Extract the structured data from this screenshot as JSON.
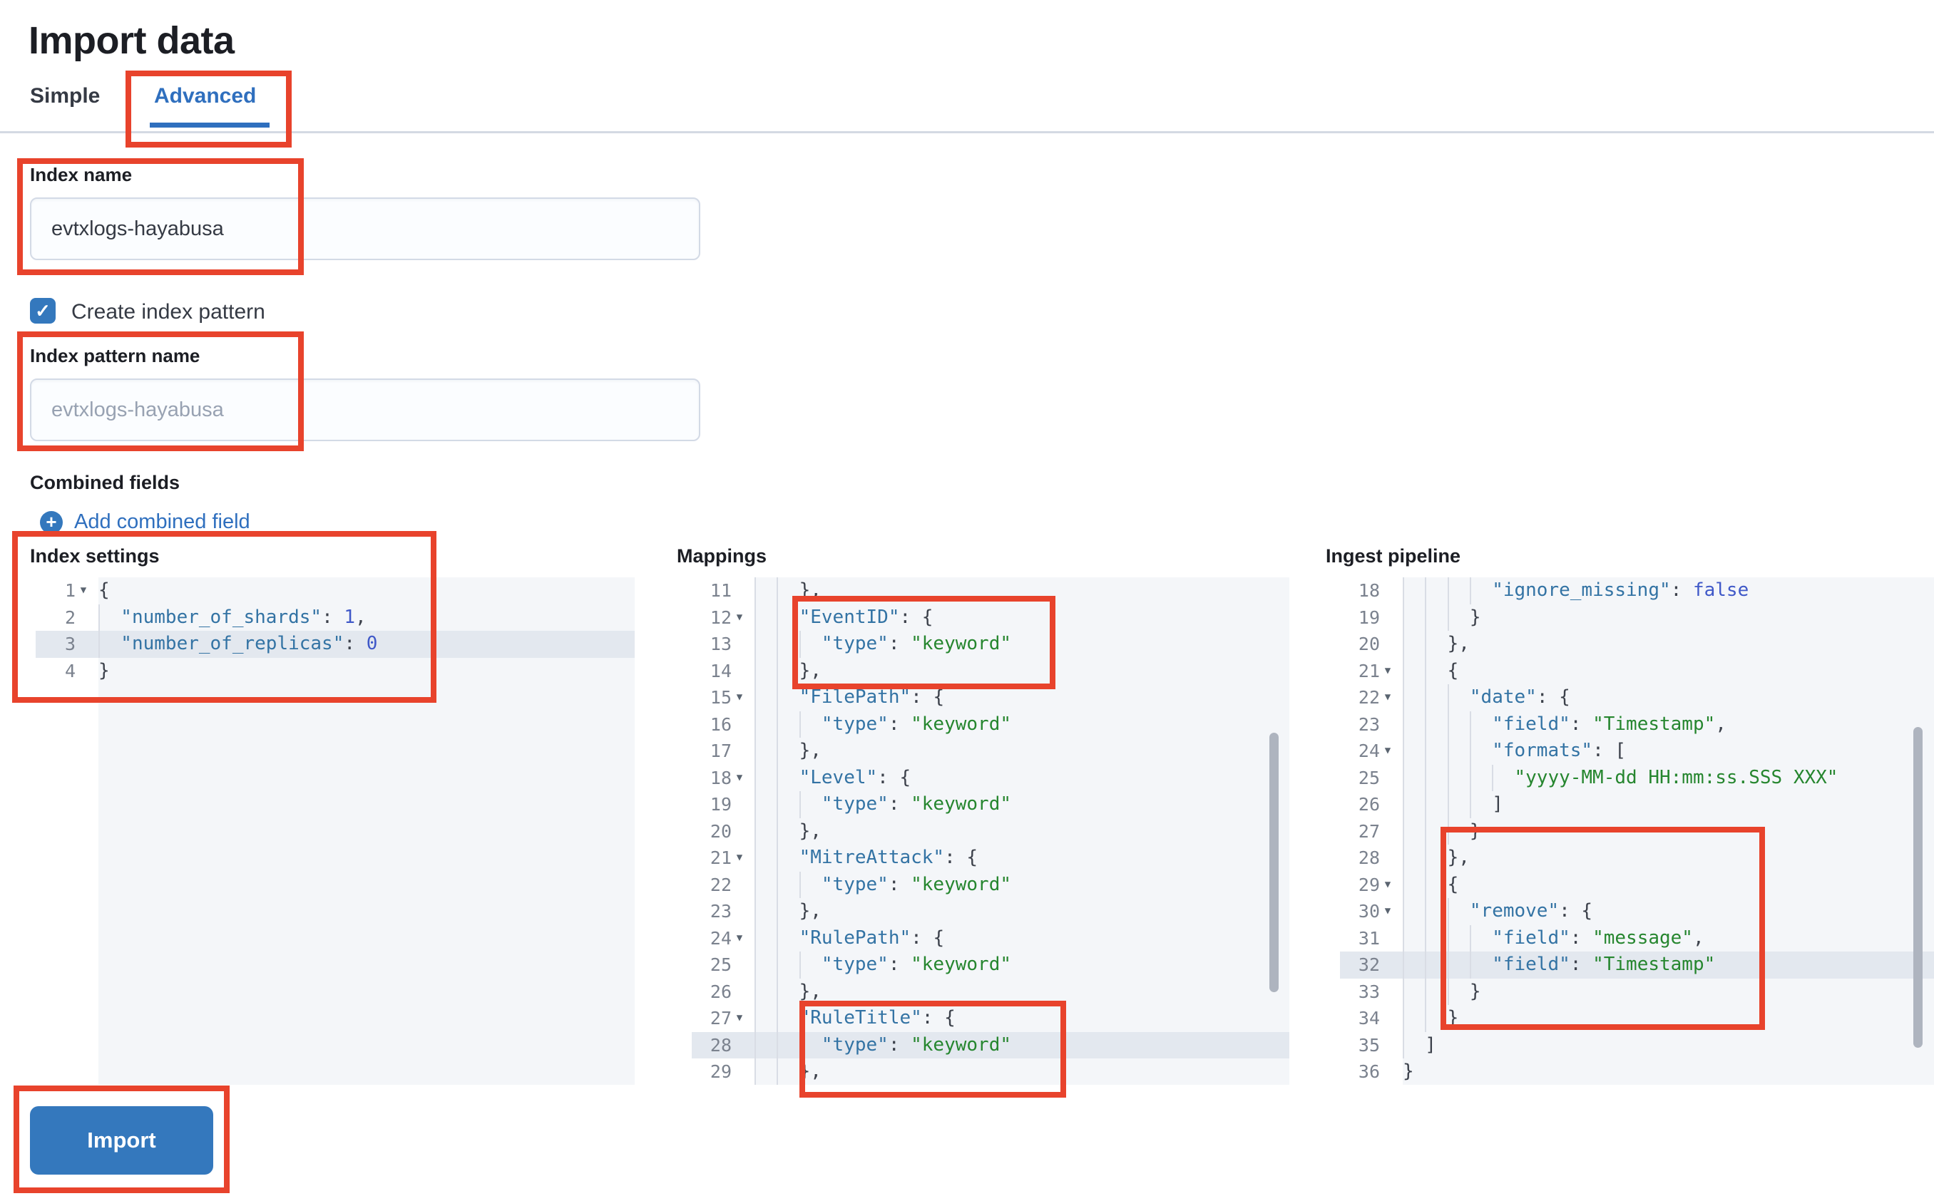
{
  "colors": {
    "annotation_red": "#e8432c",
    "primary_blue": "#3478bd",
    "link_blue": "#2f6fbe",
    "code_key": "#3373a4",
    "code_string": "#26862f",
    "code_number": "#3f58c8",
    "highlight_row": "#e3e8ef"
  },
  "page_title": "Import data",
  "tabs": [
    {
      "label": "Simple",
      "active": false
    },
    {
      "label": "Advanced",
      "active": true
    }
  ],
  "form": {
    "index_name": {
      "label": "Index name",
      "value": "evtxlogs-hayabusa"
    },
    "create_index_pattern": {
      "label": "Create index pattern",
      "checked": true
    },
    "index_pattern_name": {
      "label": "Index pattern name",
      "placeholder": "evtxlogs-hayabusa"
    },
    "combined_fields": {
      "heading": "Combined fields",
      "add_link_label": "Add combined field"
    }
  },
  "editors": [
    {
      "label": "Index settings",
      "lines": [
        {
          "num": 1,
          "indent": 0,
          "fold": true,
          "hl": false,
          "tokens": [
            [
              "pun",
              "{"
            ]
          ]
        },
        {
          "num": 2,
          "indent": 2,
          "fold": false,
          "hl": false,
          "tokens": [
            [
              "key",
              "\"number_of_shards\""
            ],
            [
              "pun",
              ": "
            ],
            [
              "num",
              "1"
            ],
            [
              "pun",
              ","
            ]
          ]
        },
        {
          "num": 3,
          "indent": 2,
          "fold": false,
          "hl": true,
          "tokens": [
            [
              "key",
              "\"number_of_replicas\""
            ],
            [
              "pun",
              ": "
            ],
            [
              "num",
              "0"
            ]
          ]
        },
        {
          "num": 4,
          "indent": 0,
          "fold": false,
          "hl": false,
          "tokens": [
            [
              "pun",
              "}"
            ]
          ]
        }
      ]
    },
    {
      "label": "Mappings",
      "lines": [
        {
          "num": 11,
          "indent": 4,
          "fold": false,
          "hl": false,
          "tokens": [
            [
              "pun",
              "},"
            ]
          ]
        },
        {
          "num": 12,
          "indent": 4,
          "fold": true,
          "hl": false,
          "tokens": [
            [
              "key",
              "\"EventID\""
            ],
            [
              "pun",
              ": {"
            ]
          ]
        },
        {
          "num": 13,
          "indent": 6,
          "fold": false,
          "hl": false,
          "tokens": [
            [
              "key",
              "\"type\""
            ],
            [
              "pun",
              ": "
            ],
            [
              "str",
              "\"keyword\""
            ]
          ]
        },
        {
          "num": 14,
          "indent": 4,
          "fold": false,
          "hl": false,
          "tokens": [
            [
              "pun",
              "},"
            ]
          ]
        },
        {
          "num": 15,
          "indent": 4,
          "fold": true,
          "hl": false,
          "tokens": [
            [
              "key",
              "\"FilePath\""
            ],
            [
              "pun",
              ": {"
            ]
          ]
        },
        {
          "num": 16,
          "indent": 6,
          "fold": false,
          "hl": false,
          "tokens": [
            [
              "key",
              "\"type\""
            ],
            [
              "pun",
              ": "
            ],
            [
              "str",
              "\"keyword\""
            ]
          ]
        },
        {
          "num": 17,
          "indent": 4,
          "fold": false,
          "hl": false,
          "tokens": [
            [
              "pun",
              "},"
            ]
          ]
        },
        {
          "num": 18,
          "indent": 4,
          "fold": true,
          "hl": false,
          "tokens": [
            [
              "key",
              "\"Level\""
            ],
            [
              "pun",
              ": {"
            ]
          ]
        },
        {
          "num": 19,
          "indent": 6,
          "fold": false,
          "hl": false,
          "tokens": [
            [
              "key",
              "\"type\""
            ],
            [
              "pun",
              ": "
            ],
            [
              "str",
              "\"keyword\""
            ]
          ]
        },
        {
          "num": 20,
          "indent": 4,
          "fold": false,
          "hl": false,
          "tokens": [
            [
              "pun",
              "},"
            ]
          ]
        },
        {
          "num": 21,
          "indent": 4,
          "fold": true,
          "hl": false,
          "tokens": [
            [
              "key",
              "\"MitreAttack\""
            ],
            [
              "pun",
              ": {"
            ]
          ]
        },
        {
          "num": 22,
          "indent": 6,
          "fold": false,
          "hl": false,
          "tokens": [
            [
              "key",
              "\"type\""
            ],
            [
              "pun",
              ": "
            ],
            [
              "str",
              "\"keyword\""
            ]
          ]
        },
        {
          "num": 23,
          "indent": 4,
          "fold": false,
          "hl": false,
          "tokens": [
            [
              "pun",
              "},"
            ]
          ]
        },
        {
          "num": 24,
          "indent": 4,
          "fold": true,
          "hl": false,
          "tokens": [
            [
              "key",
              "\"RulePath\""
            ],
            [
              "pun",
              ": {"
            ]
          ]
        },
        {
          "num": 25,
          "indent": 6,
          "fold": false,
          "hl": false,
          "tokens": [
            [
              "key",
              "\"type\""
            ],
            [
              "pun",
              ": "
            ],
            [
              "str",
              "\"keyword\""
            ]
          ]
        },
        {
          "num": 26,
          "indent": 4,
          "fold": false,
          "hl": false,
          "tokens": [
            [
              "pun",
              "},"
            ]
          ]
        },
        {
          "num": 27,
          "indent": 4,
          "fold": true,
          "hl": false,
          "tokens": [
            [
              "key",
              "\"RuleTitle\""
            ],
            [
              "pun",
              ": {"
            ]
          ]
        },
        {
          "num": 28,
          "indent": 6,
          "fold": false,
          "hl": true,
          "tokens": [
            [
              "key",
              "\"type\""
            ],
            [
              "pun",
              ": "
            ],
            [
              "str",
              "\"keyword\""
            ]
          ]
        },
        {
          "num": 29,
          "indent": 4,
          "fold": false,
          "hl": false,
          "tokens": [
            [
              "pun",
              "},"
            ]
          ]
        }
      ]
    },
    {
      "label": "Ingest pipeline",
      "lines": [
        {
          "num": 18,
          "indent": 8,
          "fold": false,
          "hl": false,
          "tokens": [
            [
              "key",
              "\"ignore_missing\""
            ],
            [
              "pun",
              ": "
            ],
            [
              "num",
              "false"
            ]
          ]
        },
        {
          "num": 19,
          "indent": 6,
          "fold": false,
          "hl": false,
          "tokens": [
            [
              "pun",
              "}"
            ]
          ]
        },
        {
          "num": 20,
          "indent": 4,
          "fold": false,
          "hl": false,
          "tokens": [
            [
              "pun",
              "},"
            ]
          ]
        },
        {
          "num": 21,
          "indent": 4,
          "fold": true,
          "hl": false,
          "tokens": [
            [
              "pun",
              "{"
            ]
          ]
        },
        {
          "num": 22,
          "indent": 6,
          "fold": true,
          "hl": false,
          "tokens": [
            [
              "key",
              "\"date\""
            ],
            [
              "pun",
              ": {"
            ]
          ]
        },
        {
          "num": 23,
          "indent": 8,
          "fold": false,
          "hl": false,
          "tokens": [
            [
              "key",
              "\"field\""
            ],
            [
              "pun",
              ": "
            ],
            [
              "str",
              "\"Timestamp\""
            ],
            [
              "pun",
              ","
            ]
          ]
        },
        {
          "num": 24,
          "indent": 8,
          "fold": true,
          "hl": false,
          "tokens": [
            [
              "key",
              "\"formats\""
            ],
            [
              "pun",
              ": ["
            ]
          ]
        },
        {
          "num": 25,
          "indent": 10,
          "fold": false,
          "hl": false,
          "tokens": [
            [
              "str",
              "\"yyyy-MM-dd HH:mm:ss.SSS XXX\""
            ]
          ]
        },
        {
          "num": 26,
          "indent": 8,
          "fold": false,
          "hl": false,
          "tokens": [
            [
              "pun",
              "]"
            ]
          ]
        },
        {
          "num": 27,
          "indent": 6,
          "fold": false,
          "hl": false,
          "tokens": [
            [
              "pun",
              "}"
            ]
          ]
        },
        {
          "num": 28,
          "indent": 4,
          "fold": false,
          "hl": false,
          "tokens": [
            [
              "pun",
              "},"
            ]
          ]
        },
        {
          "num": 29,
          "indent": 4,
          "fold": true,
          "hl": false,
          "tokens": [
            [
              "pun",
              "{"
            ]
          ]
        },
        {
          "num": 30,
          "indent": 6,
          "fold": true,
          "hl": false,
          "tokens": [
            [
              "key",
              "\"remove\""
            ],
            [
              "pun",
              ": {"
            ]
          ]
        },
        {
          "num": 31,
          "indent": 8,
          "fold": false,
          "hl": false,
          "tokens": [
            [
              "key",
              "\"field\""
            ],
            [
              "pun",
              ": "
            ],
            [
              "str",
              "\"message\""
            ],
            [
              "pun",
              ","
            ]
          ]
        },
        {
          "num": 32,
          "indent": 8,
          "fold": false,
          "hl": true,
          "tokens": [
            [
              "key",
              "\"field\""
            ],
            [
              "pun",
              ": "
            ],
            [
              "str",
              "\"Timestamp\""
            ]
          ]
        },
        {
          "num": 33,
          "indent": 6,
          "fold": false,
          "hl": false,
          "tokens": [
            [
              "pun",
              "}"
            ]
          ]
        },
        {
          "num": 34,
          "indent": 4,
          "fold": false,
          "hl": false,
          "tokens": [
            [
              "pun",
              "}"
            ]
          ]
        },
        {
          "num": 35,
          "indent": 2,
          "fold": false,
          "hl": false,
          "tokens": [
            [
              "pun",
              "]"
            ]
          ]
        },
        {
          "num": 36,
          "indent": 0,
          "fold": false,
          "hl": false,
          "tokens": [
            [
              "pun",
              "}"
            ]
          ]
        }
      ]
    }
  ],
  "import_button_label": "Import"
}
